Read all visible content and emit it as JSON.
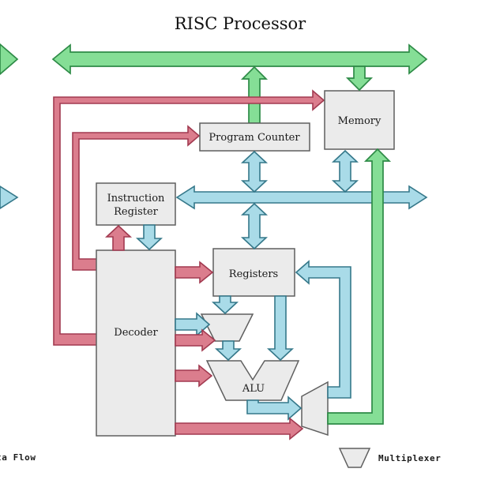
{
  "title": "RISC Processor",
  "blocks": {
    "memory": "Memory",
    "program_counter": "Program Counter",
    "instruction_register_line1": "Instruction",
    "instruction_register_line2": "Register",
    "decoder": "Decoder",
    "registers": "Registers",
    "alu": "ALU"
  },
  "legend": {
    "data_flow": "ta Flow",
    "multiplexer": "Multiplexer"
  },
  "colors": {
    "address_flow_green": "#85DE96",
    "address_flow_border": "#2E8B47",
    "data_flow_blue": "#A9DBE8",
    "data_flow_border": "#35788A",
    "control_flow_red": "#DB7D8D",
    "control_flow_border": "#A23A50",
    "block_fill": "#EBEBEB",
    "block_border": "#5F5F5F",
    "background": "#FFFFFF"
  }
}
